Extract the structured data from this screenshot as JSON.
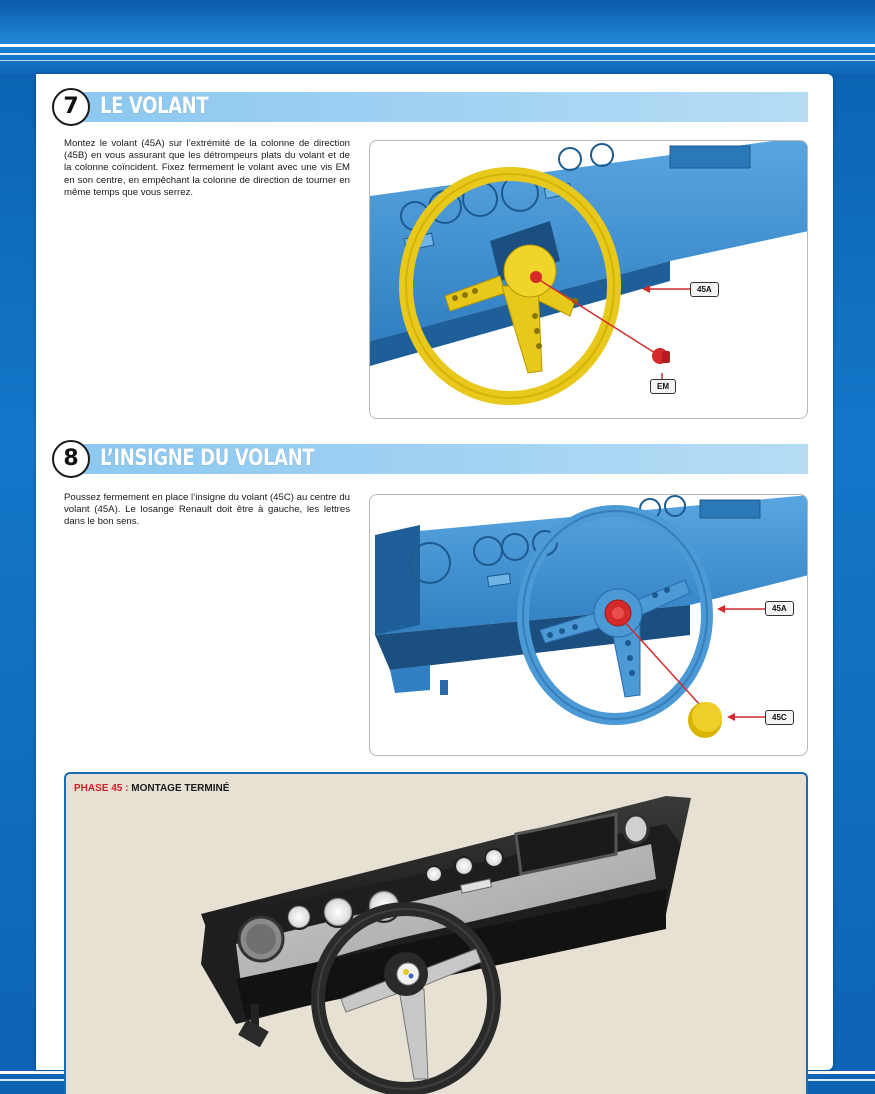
{
  "steps": [
    {
      "number": "7",
      "title": "LE VOLANT",
      "text": "Montez le volant (45A) sur l’extrémité de la colonne de direction (45B) en vous assurant que les détrompeurs plats du volant et de la colonne coïncident. Fixez fermement le volant avec une vis EM en son centre, en empêchant la colonne de direction de tourner en même temps que vous serrez.",
      "callouts": [
        "45A",
        "EM"
      ]
    },
    {
      "number": "8",
      "title": "L’INSIGNE DU VOLANT",
      "text": "Poussez fermement en place l’insigne du volant (45C) au centre du volant (45A). Le losange Renault doit être à gauche, les lettres dans le bon sens.",
      "callouts": [
        "45A",
        "45C"
      ]
    }
  ],
  "phase": {
    "label": "PHASE 45 :",
    "title": "MONTAGE TERMINÉ",
    "label_color": "#d4202a"
  },
  "colors": {
    "background_blue": "#1477c9",
    "step_bar": "#8cc8f0",
    "dashboard_blue": "#3d8fcf",
    "wheel_yellow": "#e8c81a",
    "screw_red": "#d42a2a",
    "phase_background": "#e6e1d3"
  }
}
